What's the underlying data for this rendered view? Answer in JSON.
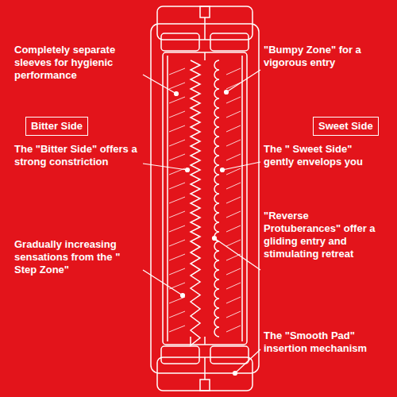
{
  "diagram": {
    "nodes": [
      {
        "text": [
          "Bitter Side"
        ]
      },
      {
        "text": [
          "Sweet Side"
        ]
      }
    ],
    "labels": [
      "Completely separate sleeves for hygienic performance",
      "\"Bumpy Zone\" for a vigorous entry",
      "The \"Bitter Side\" offers a strong constriction",
      "The \" Sweet Side\" gently envelops you",
      "\"Reverse Protuberances\" offer a gliding entry and stimulating retreat",
      "Gradually increasing sensations from the \" Step Zone\"",
      "The \"Smooth Pad\" insertion mechanism"
    ]
  }
}
